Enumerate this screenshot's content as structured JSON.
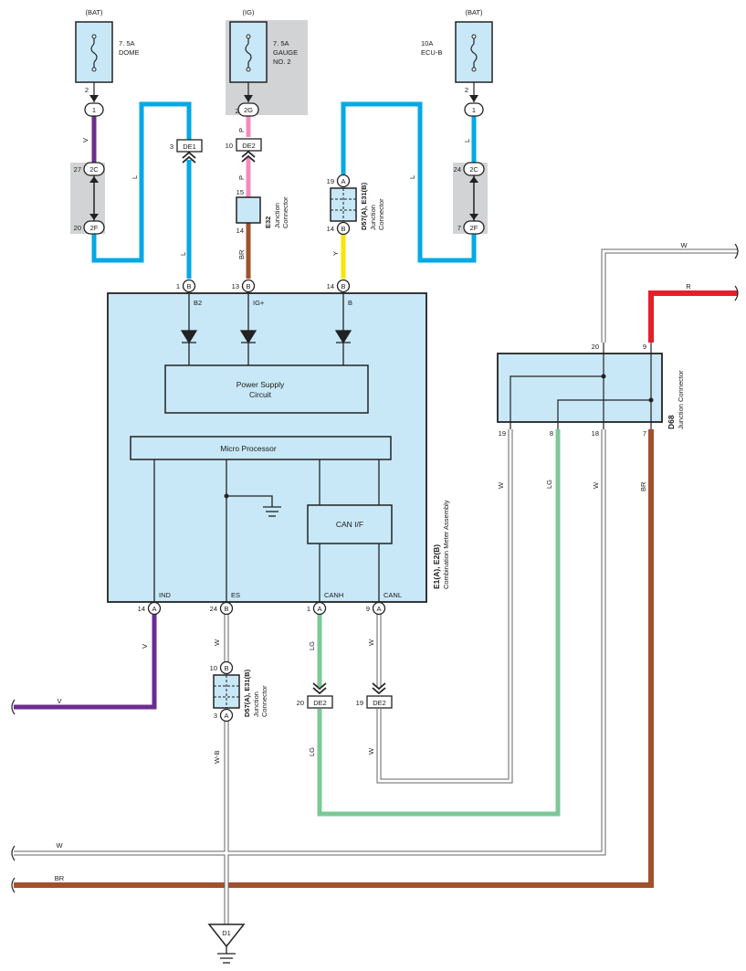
{
  "fuses": {
    "dome": {
      "supply": "(BAT)",
      "rating": "7. 5A",
      "name": "DOME",
      "pin": "2",
      "conn": "1"
    },
    "gauge": {
      "supply": "(IG)",
      "rating": "7. 5A",
      "name": "GAUGE",
      "name2": "NO. 2",
      "pin": "25",
      "conn": "2G"
    },
    "ecub": {
      "supply": "(BAT)",
      "rating": "10A",
      "name": "ECU-B",
      "pin": "2",
      "conn": "1"
    }
  },
  "connectors": {
    "l_2c": {
      "pin": "27",
      "id": "2C"
    },
    "l_2f": {
      "pin": "20",
      "id": "2F"
    },
    "r_2c": {
      "pin": "24",
      "id": "2C"
    },
    "r_2f": {
      "pin": "7",
      "id": "2F"
    },
    "de1": {
      "pin": "3",
      "id": "DE1"
    },
    "de2_top": {
      "pin": "10",
      "id": "DE2"
    },
    "de2_lg": {
      "pin": "20",
      "id": "DE2"
    },
    "de2_w": {
      "pin": "19",
      "id": "DE2"
    },
    "e32": {
      "pin_top": "15",
      "pin_bot": "14",
      "id": "E32",
      "desc1": "Junction",
      "desc2": "Connector"
    },
    "d57_top": {
      "pin_top": "19",
      "conn_top": "A",
      "pin_bot": "14",
      "conn_bot": "B",
      "id": "D57(A), E31(B)",
      "desc1": "Junction",
      "desc2": "Connector"
    },
    "d57_bot": {
      "pin_top": "10",
      "conn_top": "B",
      "pin_bot": "3",
      "conn_bot": "A",
      "id": "D57(A), E31(B)",
      "desc1": "Junction",
      "desc2": "Connector"
    },
    "d68": {
      "id": "D68",
      "desc": "Junction Connector",
      "p20": "20",
      "p9": "9",
      "p19": "19",
      "p8": "8",
      "p18": "18",
      "p7": "7"
    }
  },
  "wires": {
    "v": "V",
    "l": "L",
    "p": "P",
    "br": "BR",
    "y": "Y",
    "w": "W",
    "r": "R",
    "lg": "LG",
    "wb": "W-B"
  },
  "meter": {
    "name1": "E1(A), E2(B)",
    "name2": "Combination Meter Assembly",
    "top_pins": [
      {
        "num": "1",
        "conn": "B",
        "label": "B2"
      },
      {
        "num": "13",
        "conn": "B",
        "label": "IG+"
      },
      {
        "num": "14",
        "conn": "B",
        "label": "B"
      }
    ],
    "bottom_pins": [
      {
        "num": "14",
        "conn": "A",
        "label": "IND"
      },
      {
        "num": "24",
        "conn": "B",
        "label": "ES"
      },
      {
        "num": "1",
        "conn": "A",
        "label": "CANH"
      },
      {
        "num": "9",
        "conn": "A",
        "label": "CANL"
      }
    ],
    "power_supply": "Power Supply",
    "power_supply2": "Circuit",
    "micro": "Micro Processor",
    "canif": "CAN I/F"
  },
  "ground": {
    "id": "D1"
  },
  "colors": {
    "violet": "#6b2d8f",
    "blue": "#00a9e6",
    "pink": "#f28cc0",
    "brown": "#a0522d",
    "yellow": "#f7e600",
    "red": "#e61e2b",
    "green": "#7cc897",
    "box_fill": "#c8e8f8",
    "gray_fill": "#d2d3d5"
  }
}
